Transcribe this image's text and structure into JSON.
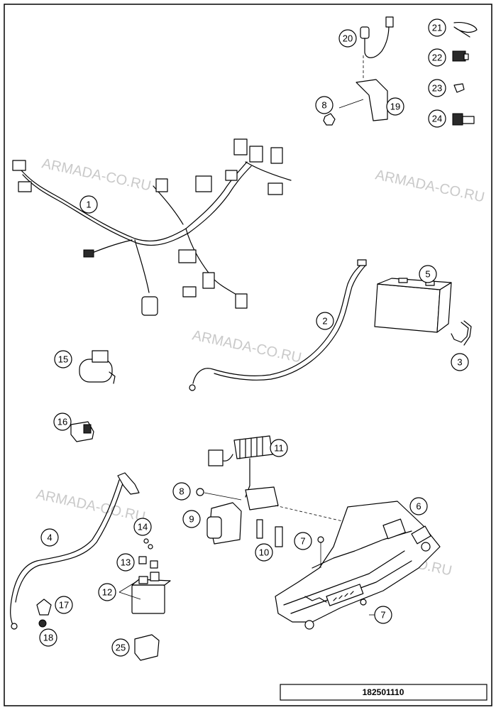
{
  "watermark": "ARMADA-CO.RU",
  "drawing_code": "182501110",
  "callouts": [
    "1",
    "2",
    "3",
    "4",
    "5",
    "6",
    "7",
    "7",
    "8",
    "8",
    "9",
    "10",
    "11",
    "12",
    "13",
    "14",
    "15",
    "16",
    "17",
    "18",
    "19",
    "20",
    "21",
    "22",
    "23",
    "24",
    "25"
  ],
  "colors": {
    "line": "#000000",
    "watermark": "#c9c9c9",
    "background": "#ffffff"
  }
}
